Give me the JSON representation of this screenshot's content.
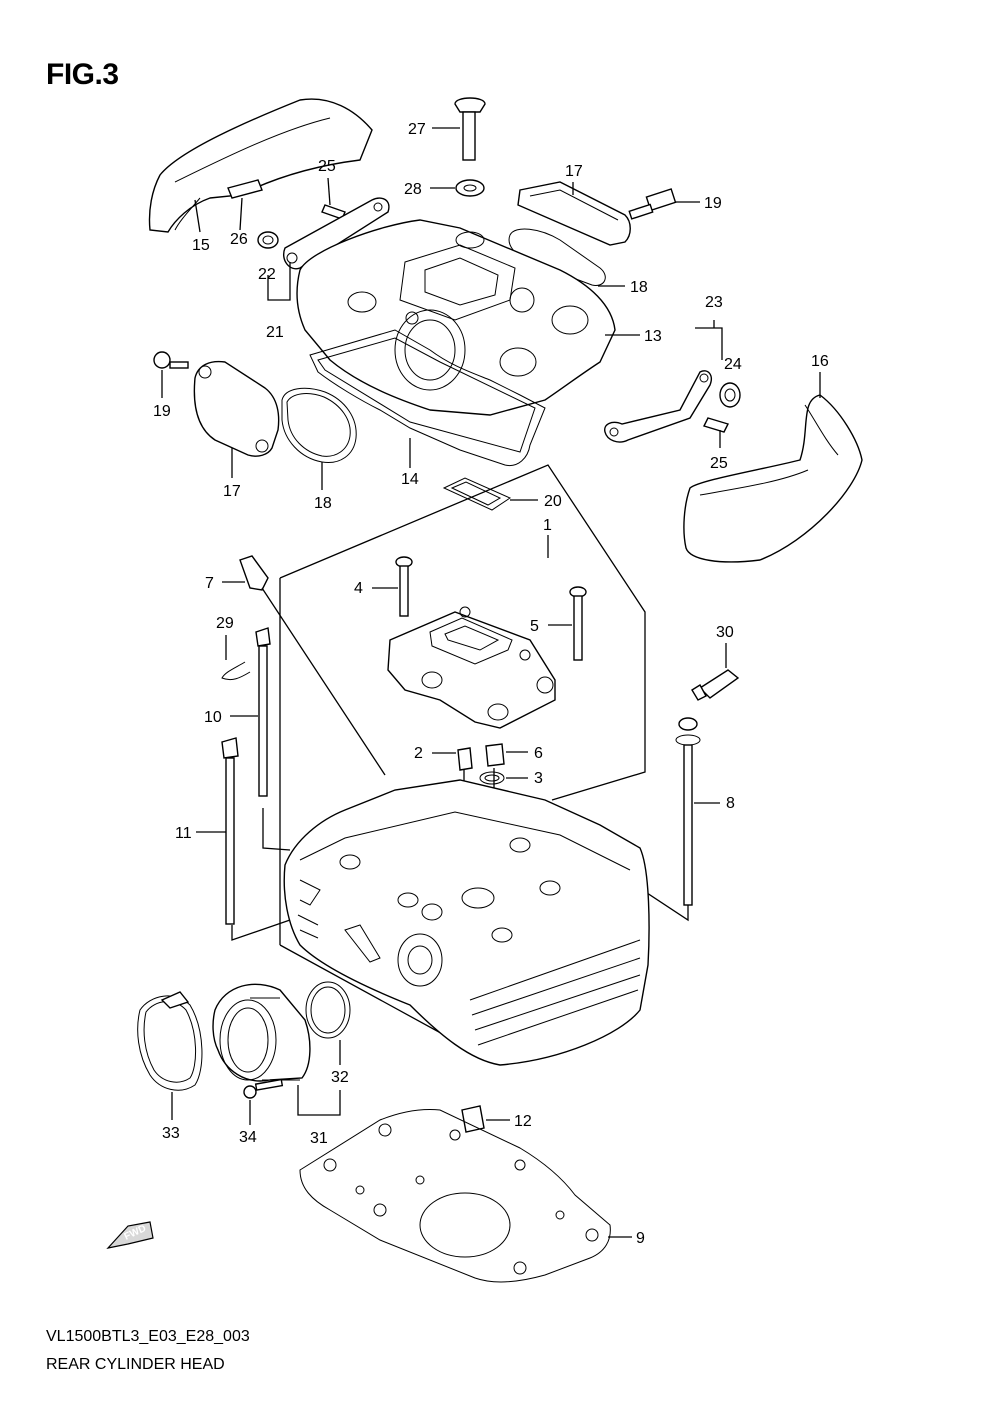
{
  "figure": {
    "title": "FIG.3",
    "code": "VL1500BTL3_E03_E28_003",
    "caption": "REAR CYLINDER HEAD"
  },
  "callouts": [
    {
      "ref": "1",
      "text": "1"
    },
    {
      "ref": "2",
      "text": "2"
    },
    {
      "ref": "3",
      "text": "3"
    },
    {
      "ref": "4",
      "text": "4"
    },
    {
      "ref": "5",
      "text": "5"
    },
    {
      "ref": "6",
      "text": "6"
    },
    {
      "ref": "7",
      "text": "7"
    },
    {
      "ref": "8",
      "text": "8"
    },
    {
      "ref": "9",
      "text": "9"
    },
    {
      "ref": "10",
      "text": "10"
    },
    {
      "ref": "11",
      "text": "11"
    },
    {
      "ref": "12",
      "text": "12"
    },
    {
      "ref": "13",
      "text": "13"
    },
    {
      "ref": "14",
      "text": "14"
    },
    {
      "ref": "15",
      "text": "15"
    },
    {
      "ref": "16",
      "text": "16"
    },
    {
      "ref": "17a",
      "text": "17"
    },
    {
      "ref": "17b",
      "text": "17"
    },
    {
      "ref": "18a",
      "text": "18"
    },
    {
      "ref": "18b",
      "text": "18"
    },
    {
      "ref": "19a",
      "text": "19"
    },
    {
      "ref": "19b",
      "text": "19"
    },
    {
      "ref": "20",
      "text": "20"
    },
    {
      "ref": "21",
      "text": "21"
    },
    {
      "ref": "22",
      "text": "22"
    },
    {
      "ref": "23",
      "text": "23"
    },
    {
      "ref": "24",
      "text": "24"
    },
    {
      "ref": "25a",
      "text": "25"
    },
    {
      "ref": "25b",
      "text": "25"
    },
    {
      "ref": "26",
      "text": "26"
    },
    {
      "ref": "27",
      "text": "27"
    },
    {
      "ref": "28",
      "text": "28"
    },
    {
      "ref": "29",
      "text": "29"
    },
    {
      "ref": "30",
      "text": "30"
    },
    {
      "ref": "31",
      "text": "31"
    },
    {
      "ref": "32",
      "text": "32"
    },
    {
      "ref": "33",
      "text": "33"
    },
    {
      "ref": "34",
      "text": "34"
    }
  ],
  "fwd_badge": "FWD"
}
